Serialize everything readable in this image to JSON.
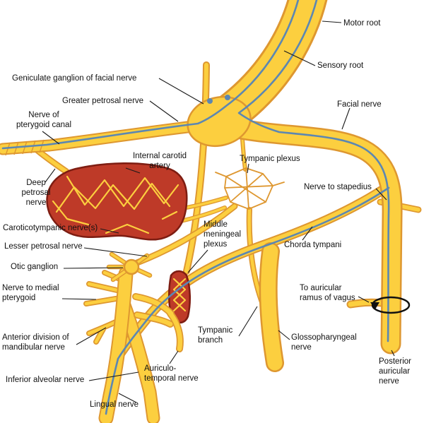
{
  "figure": {
    "labels": {
      "motor_root": "Motor root",
      "sensory_root": "Sensory root",
      "geniculate_ganglion": "Geniculate ganglion of facial nerve",
      "greater_petrosal": "Greater petrosal nerve",
      "nerve_of_pterygoid_canal": "Nerve of\npterygoid canal",
      "facial_nerve": "Facial nerve",
      "internal_carotid_artery": "Internal carotid\nartery",
      "tympanic_plexus": "Tympanic plexus",
      "deep_petrosal": "Deep\npetrosal\nnerve",
      "nerve_to_stapedius": "Nerve to stapedius",
      "caroticotympanic": "Caroticotympanic nerve(s)",
      "lesser_petrosal": "Lesser petrosal nerve",
      "middle_meningeal_plexus": "Middle\nmeningeal\nplexus",
      "chorda_tympani": "Chorda tympani",
      "otic_ganglion": "Otic ganglion",
      "nerve_to_medial_pterygoid": "Nerve to medial\npterygoid",
      "to_auricular_ramus_of_vagus": "To auricular\nramus of vagus",
      "anterior_division_mandibular": "Anterior division of\nmandibular nerve",
      "tympanic_branch": "Tympanic\nbranch",
      "glossopharyngeal": "Glossopharyngeal\nnerve",
      "auriculotemporal": "Auriculo-\ntemporal nerve",
      "inferior_alveolar": "Inferior alveolar nerve",
      "posterior_auricular": "Posterior\nauricular\nnerve",
      "lingual": "Lingual nerve"
    },
    "colors": {
      "nerve_fill": "#FCCF3F",
      "nerve_outline": "#DE9730",
      "artery_fill": "#BE3A28",
      "artery_outline": "#7E1D12",
      "fiber_blue": "#5C87B2",
      "background": "#FFFFFF",
      "text": "#111111"
    }
  }
}
